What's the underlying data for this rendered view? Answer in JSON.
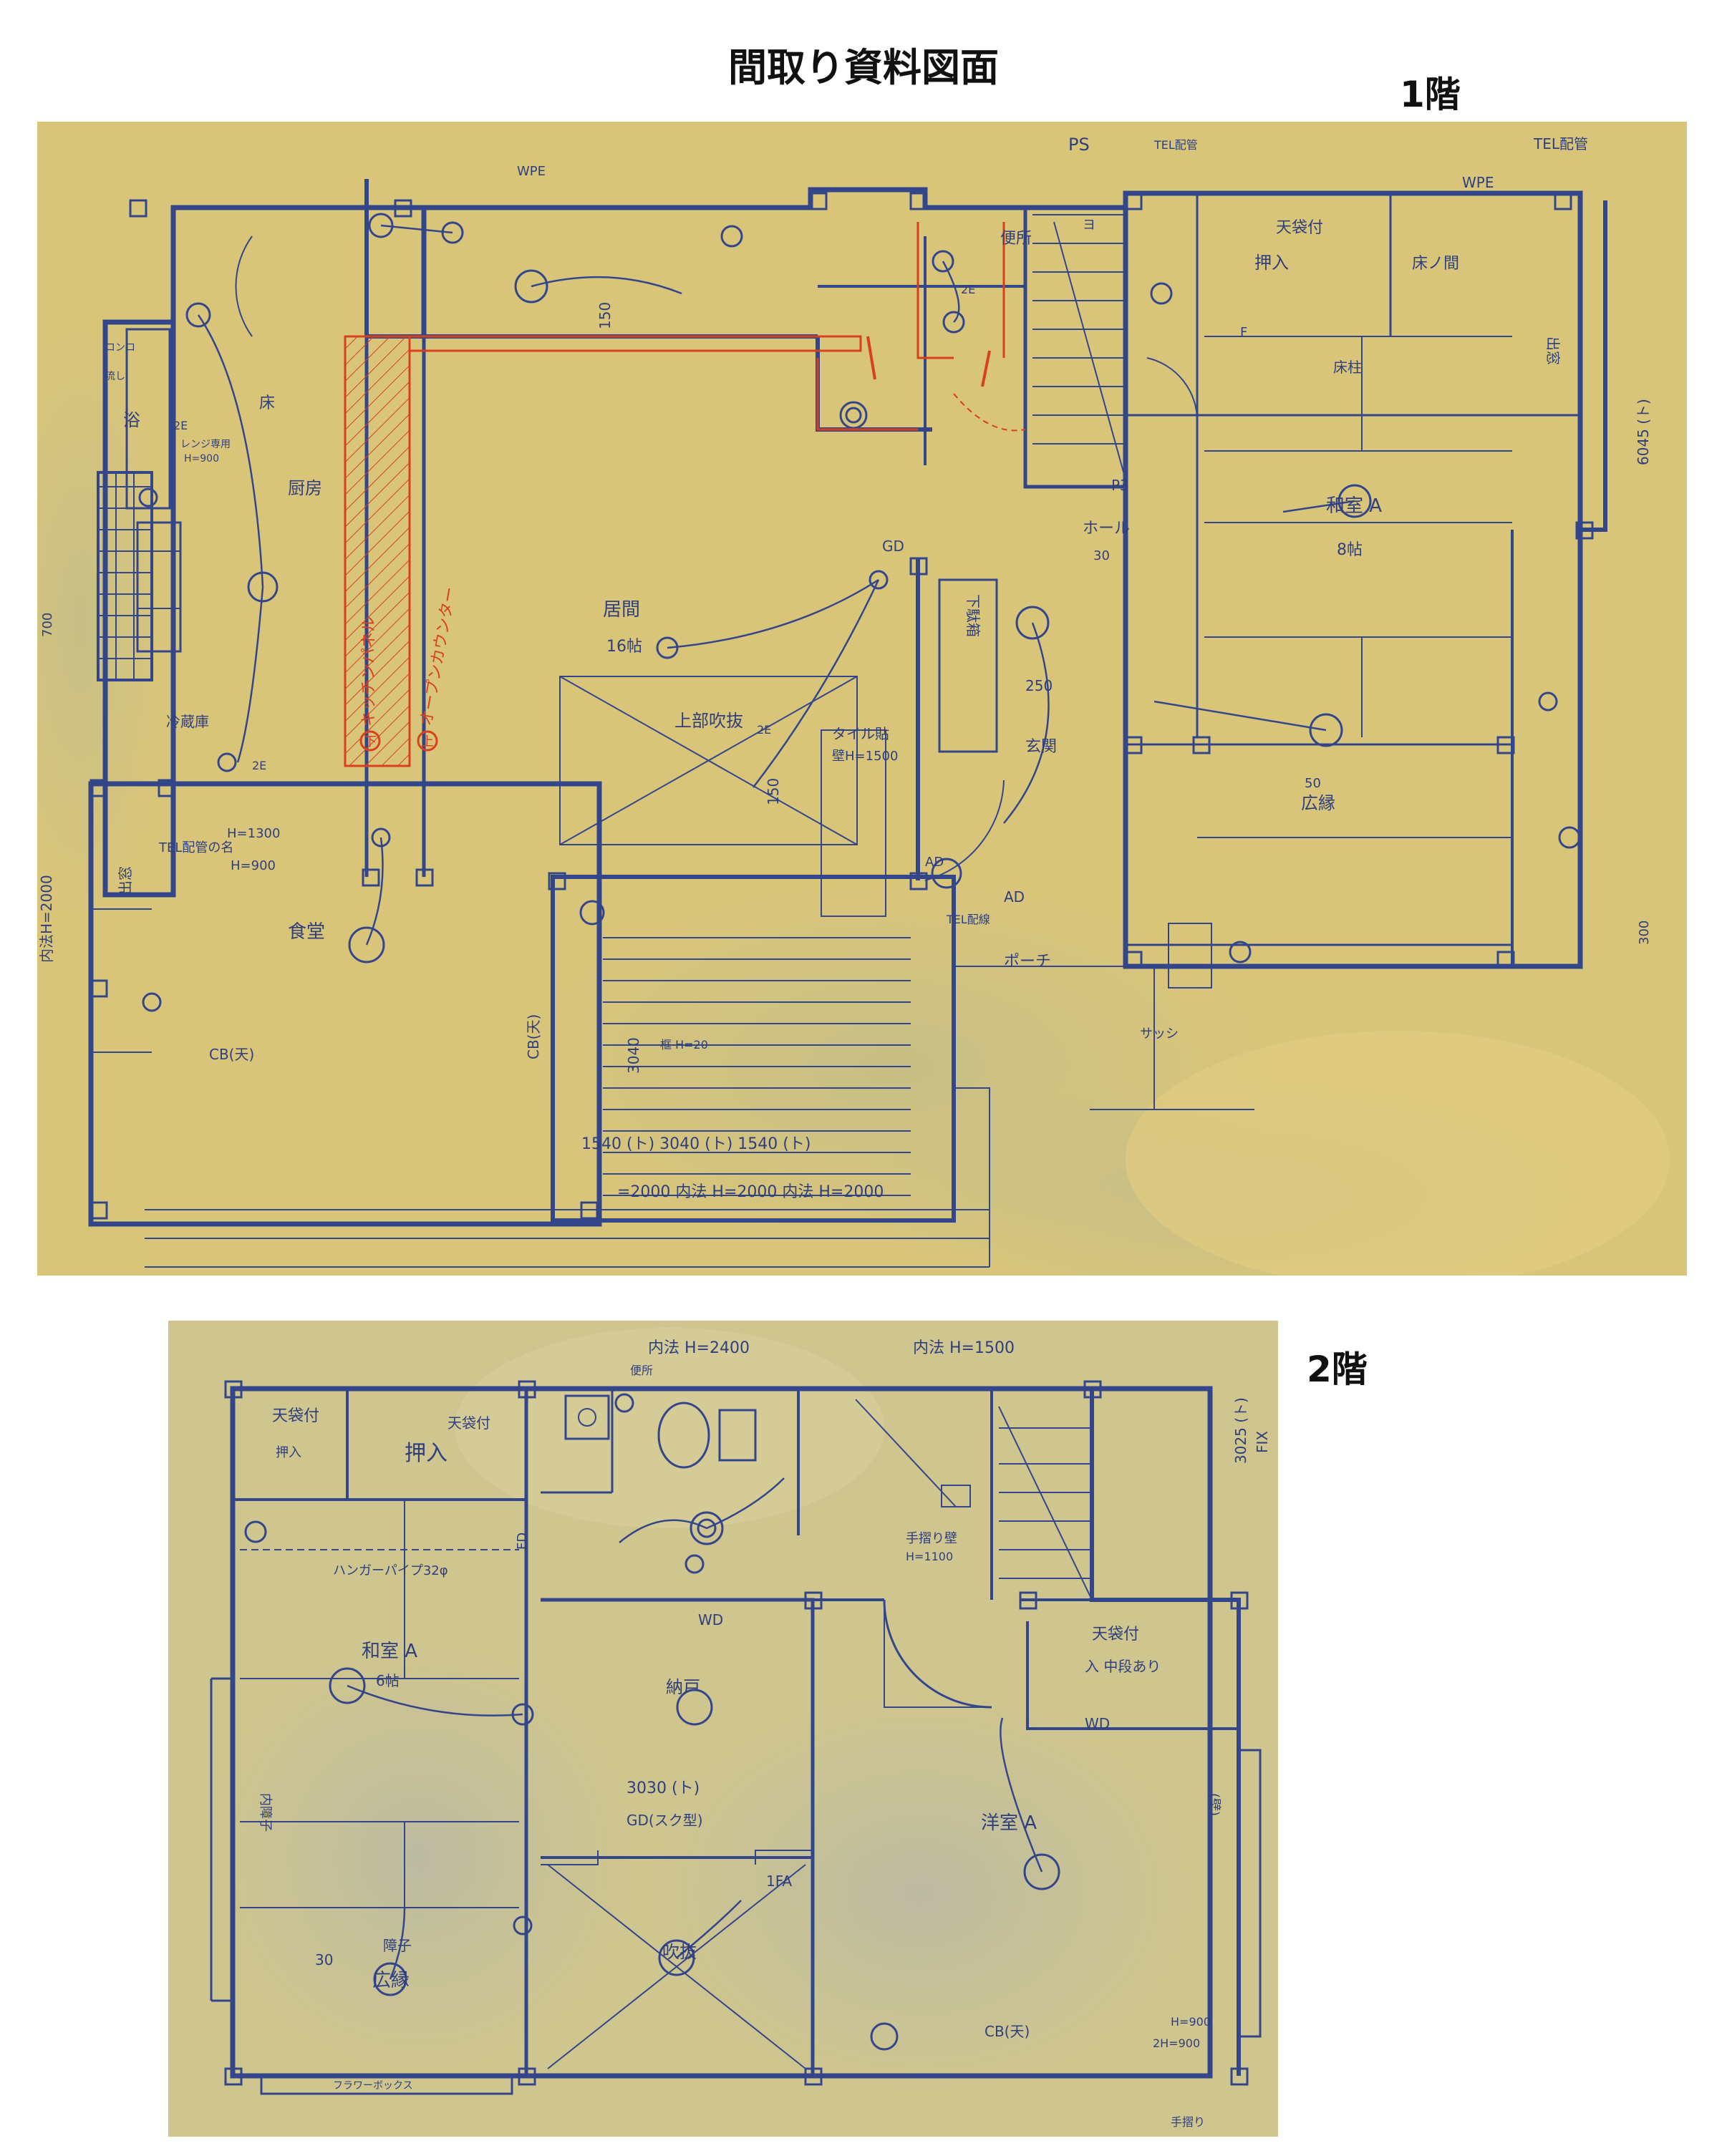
{
  "title": "間取り資料図面",
  "floors": {
    "first": {
      "label": "1階",
      "rooms": {
        "kitchen": "厨房",
        "living": "居間",
        "living_size": "16帖",
        "dining": "食堂",
        "japanese_room": "和室 A",
        "japanese_size": "8帖",
        "hall": "ホール",
        "porch": "ポーチ",
        "toilet": "便所",
        "bath": "浴",
        "storage_alcove": "床",
        "closet": "押入",
        "tokonoma": "床ノ間",
        "hiroen": "広縁",
        "pantry": "冷蔵庫",
        "genkan": "玄関",
        "shoe": "下駄箱"
      },
      "labels": {
        "ps": "PS",
        "tel_pipe": "TEL配管",
        "wpe": "WPE",
        "wpe2": "WPE",
        "tenbukuro": "天袋付",
        "tokobashira": "床柱",
        "upper_void": "上部吹抜",
        "tile_wall": "タイル貼",
        "tile_height": "壁H=1500",
        "gd": "GD",
        "ad": "AD",
        "ad2": "AD",
        "cb_top": "CB(天)",
        "cb_side": "CB(天)",
        "tel_outlet": "TEL配管の名",
        "h1300": "H=1300",
        "h900": "H=900",
        "inner_h_left": "内法H=2000",
        "inner_h_bottom": "=2000 内法 H=2000 内法 H=2000",
        "dims_bottom": "1540 (ト)   3040 (ト)   1540 (ト)",
        "dim_3040": "3040",
        "dim_250": "250",
        "dim_150": "150",
        "dim_150b": "150",
        "dim_30": "30",
        "dim_50": "50",
        "dim_6045": "6045 (ト)",
        "dim_300": "300",
        "dim_700": "700",
        "stair_p3": "P3",
        "ze_1": "2E",
        "ze_2": "2E",
        "ze_3": "2E",
        "ze_4": "2E",
        "range": "レンジ専用",
        "range_h": "H=900",
        "demado": "出窓",
        "demado2": "出窓",
        "tel_kuchi": "TEL配線",
        "fmark": "F",
        "sill": "框 H=20",
        "tel_top": "TEL配管",
        "sash": "サッシ",
        "kitchen_sink": "流し",
        "kitchen_stove": "コンロ",
        "stair_label": "ヨ",
        "red_note_1": "キッチンパネル",
        "red_note_2": "オープンカウンター",
        "red_mark_a": "下",
        "red_mark_b": "上"
      }
    },
    "second": {
      "label": "2階",
      "rooms": {
        "japanese_room": "和室 A",
        "japanese_size": "6帖",
        "storage": "納戸",
        "western_room": "洋室 A",
        "void": "吹抜",
        "hiroen": "広縁",
        "closet": "押入",
        "toilet": "便所"
      },
      "labels": {
        "inner_h_2400": "内法 H=2400",
        "inner_h_1500": "内法 H=1500",
        "dim_3025": "3025 (ト)",
        "fix": "FIX",
        "tenbukuro_1": "天袋付",
        "tenbukuro_2": "天袋付",
        "tenbukuro_3": "天袋付",
        "nakadan": "入 中段あり",
        "hanger": "ハンガーパイプ32φ",
        "wd_1": "WD",
        "wd_2": "WD",
        "fd": "FD",
        "dim_3030": "3030 (ト)",
        "gd": "GD(スク型)",
        "handrail": "手摺り壁",
        "handrail_h": "H=1100",
        "cb": "CB(天)",
        "h900_1": "H=900",
        "h900_2": "2H=900",
        "uchi_shoji": "内障子",
        "shoji": "障子",
        "fa": "1FA",
        "dim_30": "30",
        "bottom_text": "フラワーボックス",
        "kabe": "(壁)",
        "tesuri": "手摺り"
      }
    }
  }
}
